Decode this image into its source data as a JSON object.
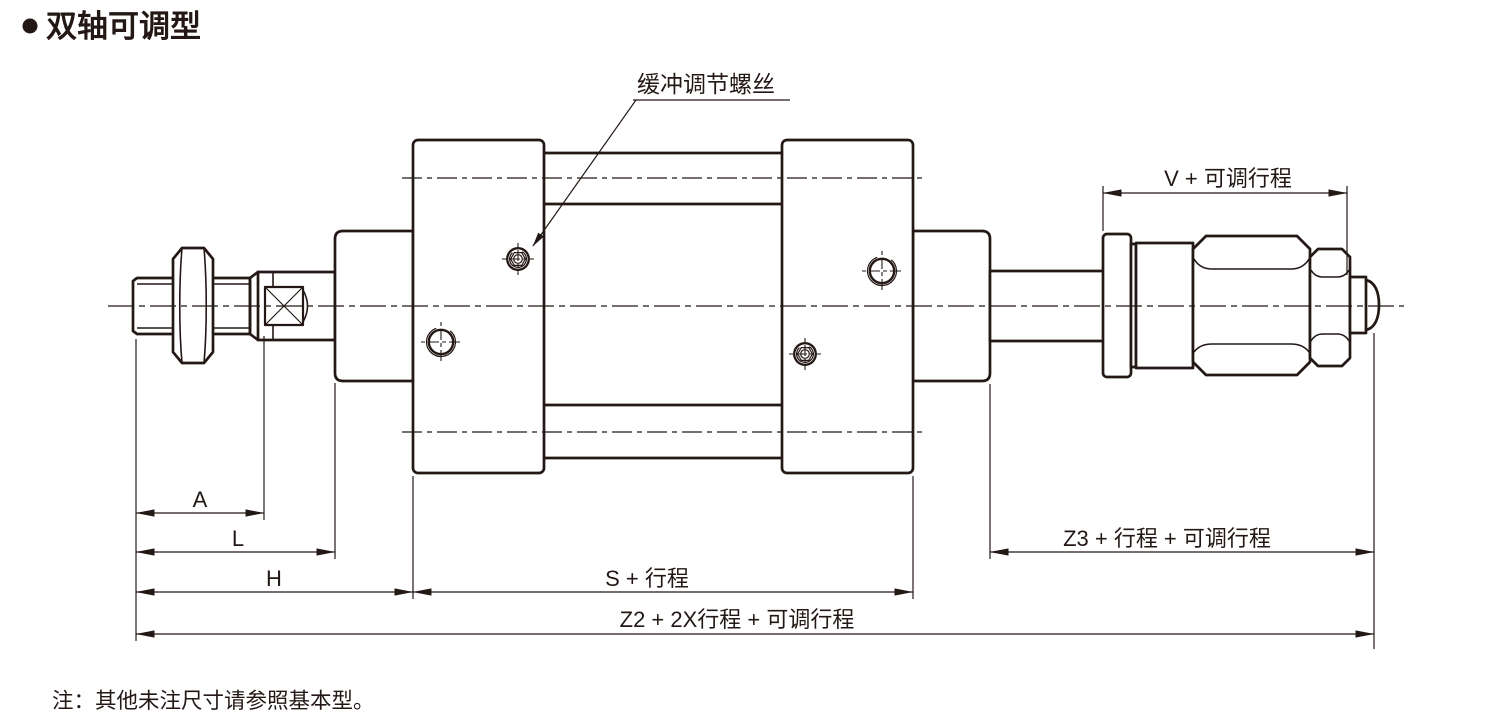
{
  "title": {
    "bullet": "●",
    "text": "双轴可调型"
  },
  "callout": {
    "label": "缓冲调节螺丝"
  },
  "dimensions": {
    "v_label": "V + 可调行程",
    "a_label": "A",
    "l_label": "L",
    "h_label": "H",
    "s_label": "S + 行程",
    "z3_label": "Z3 + 行程 + 可调行程",
    "z2_label": "Z2 + 2X行程 + 可调行程"
  },
  "note": {
    "text": "注：其他未注尺寸请参照基本型。"
  },
  "colors": {
    "line": "#231815",
    "background": "#ffffff"
  }
}
